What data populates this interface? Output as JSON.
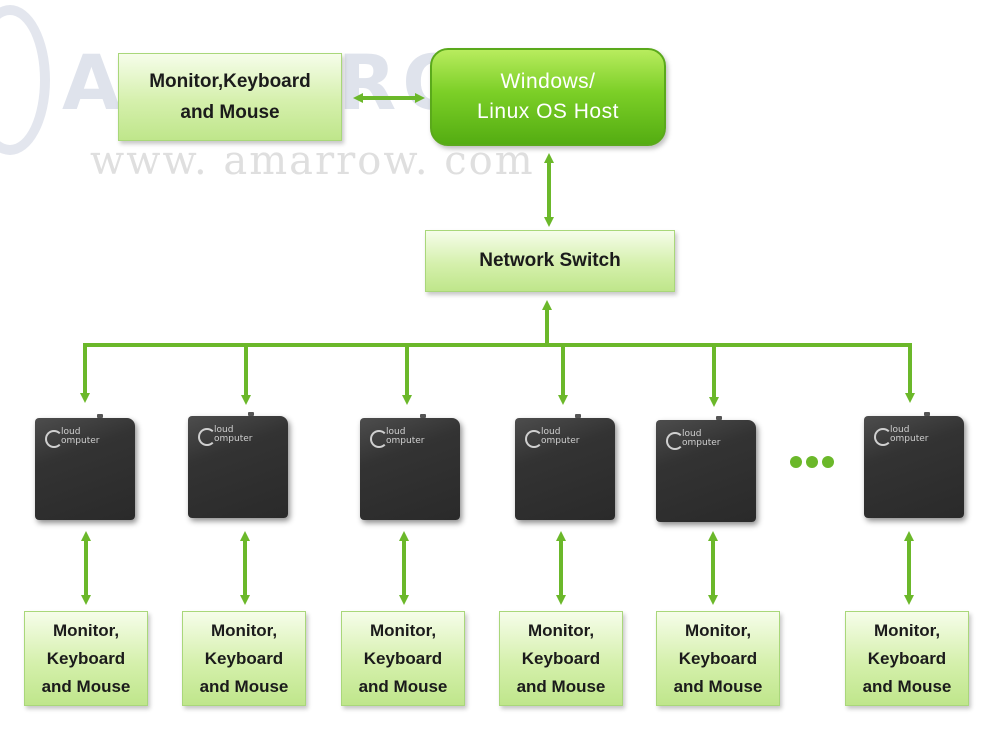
{
  "watermark": {
    "logo": "AMARROW",
    "url": "www. amarrow. com"
  },
  "host": {
    "line1": "Windows/",
    "line2": "Linux OS Host"
  },
  "top_peripherals": {
    "line1": "Monitor,Keyboard",
    "line2": "and Mouse"
  },
  "switch": {
    "label": "Network Switch"
  },
  "devices": [
    {
      "logo_line1": "loud",
      "logo_line2": "omputer"
    },
    {
      "logo_line1": "loud",
      "logo_line2": "omputer"
    },
    {
      "logo_line1": "loud",
      "logo_line2": "omputer"
    },
    {
      "logo_line1": "loud",
      "logo_line2": "omputer"
    },
    {
      "logo_line1": "loud",
      "logo_line2": "omputer"
    },
    {
      "logo_line1": "loud",
      "logo_line2": "omputer"
    }
  ],
  "terminals": [
    {
      "line1": "Monitor,",
      "line2": "Keyboard",
      "line3": "and Mouse"
    },
    {
      "line1": "Monitor,",
      "line2": "Keyboard",
      "line3": "and Mouse"
    },
    {
      "line1": "Monitor,",
      "line2": "Keyboard",
      "line3": "and Mouse"
    },
    {
      "line1": "Monitor,",
      "line2": "Keyboard",
      "line3": "and Mouse"
    },
    {
      "line1": "Monitor,",
      "line2": "Keyboard",
      "line3": "and Mouse"
    },
    {
      "line1": "Monitor,",
      "line2": "Keyboard",
      "line3": "and Mouse"
    }
  ],
  "colors": {
    "arrow": "#6bb82a",
    "host_green": "#6cc421",
    "box_green": "#d5f0ac",
    "device": "#2e2e2e"
  },
  "icons": {
    "connector": "double-arrow",
    "continuation": "ellipsis-dots"
  }
}
